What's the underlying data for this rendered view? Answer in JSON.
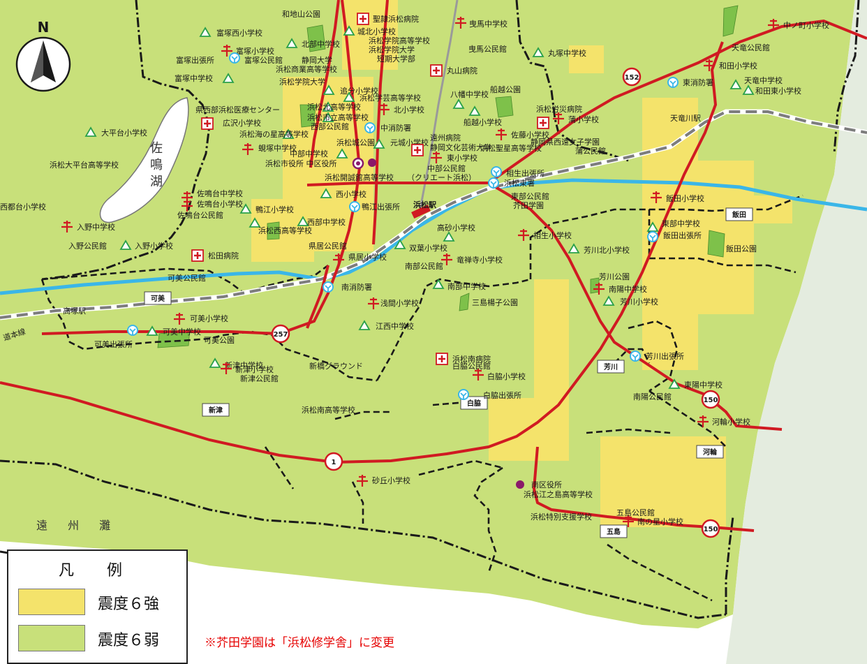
{
  "colors": {
    "shindo6_strong": "#f4e36b",
    "shindo6_weak": "#c8e07a",
    "road": "#d01a22",
    "rail": "#7d7d7d",
    "river": "#3ab6e8",
    "note": "#e60000"
  },
  "compass": {
    "label": "N"
  },
  "sea": "遠 州 灘",
  "lake": [
    "佐",
    "鳴",
    "湖"
  ],
  "rail_lines": [
    "道本線"
  ],
  "stations": [
    "浜松駅",
    "高塚駅"
  ],
  "route_shields": [
    "152",
    "257",
    "1",
    "150",
    "150"
  ],
  "districts": [
    "可美",
    "新津",
    "白脇",
    "芳川",
    "飯田",
    "五島",
    "河輪"
  ],
  "schools": [
    "富塚西小学校",
    "富塚小学校",
    "富塚中学校",
    "北部中学校",
    "城北小学校",
    "浜松学院高等学校",
    "浜松学院大学",
    "短期大学部",
    "浜松商業高等学校",
    "浜松学院大学",
    "追分小学校",
    "浜松北高等学校",
    "浜松市立高等学校",
    "北小学校",
    "浜松学芸高等学校",
    "浜松海の星高等学校",
    "蜆塚中学校",
    "中部中学校",
    "元城小学校",
    "東小学校",
    "浜松開誠館高等学校",
    "大平台小学校",
    "浜松大平台高等学校",
    "佐鳴台中学校",
    "佐鳴台小学校",
    "鴨江小学校",
    "西小学校",
    "浜松西高等学校",
    "西部中学校",
    "入野中学校",
    "入野小学校",
    "県居小学校",
    "双葉小学校",
    "高砂小学校",
    "南部中学校",
    "浅間小学校",
    "江西中学校",
    "竜禅寺小学校",
    "可美小学校",
    "可美中学校",
    "新津中学校",
    "新津小学校",
    "浜松南高等学校",
    "白脇小学校",
    "砂丘小学校",
    "曳馬中学校",
    "丸塚中学校",
    "八幡中学校",
    "船越小学校",
    "佐藤小学校",
    "浜松聖星高等学校",
    "静岡県西遠女子学園",
    "蒲小学校",
    "相生小学校",
    "芳川北小学校",
    "南陽中学校",
    "芳川小学校",
    "東陽中学校",
    "河輪小学校",
    "中ノ町小学校",
    "和田小学校",
    "天竜中学校",
    "和田東小学校",
    "飯田小学校",
    "東部中学校",
    "浜松江之島高等学校",
    "浜松特別支援学校",
    "南の星小学校",
    "西都台小学校"
  ],
  "hospitals": [
    "聖隷浜松病院",
    "丸山病院",
    "県西部浜松医療センター",
    "浜松労災病院",
    "松田病院",
    "浜松南病院",
    "遠州病院"
  ],
  "facilities": [
    "和地山公園",
    "静岡大学",
    "富塚出張所",
    "富塚公民館",
    "広沢小学校",
    "西部公民館",
    "浜松城公園",
    "中消防署",
    "静岡文化芸術大学",
    "中部公民館",
    "（クリエート浜松）",
    "浜松市役所 中区役所",
    "鴨江出張所",
    "佐鳴台公民館",
    "県居公民館",
    "入野公民館",
    "南消防署",
    "可美公民館",
    "可美出張所",
    "可美公園",
    "新橋グラウンド",
    "新津公民館",
    "白脇公民館",
    "白脇出張所",
    "南部公民館",
    "三島楊子公園",
    "東部公民館",
    "芥田学園",
    "相生出張所",
    "浜松東署",
    "船越公園",
    "曳馬公民館",
    "東消防署",
    "天竜公民館",
    "蒲公民館",
    "天竜川駅",
    "飯田出張所",
    "飯田公園",
    "芳川公園",
    "芳川出張所",
    "南陽公民館",
    "南区役所",
    "五島公民館"
  ],
  "legend": {
    "title": "凡 例",
    "items": [
      {
        "label": "震度６強"
      },
      {
        "label": "震度６弱"
      }
    ]
  },
  "note": "※芥田学園は「浜松修学舎」に変更"
}
